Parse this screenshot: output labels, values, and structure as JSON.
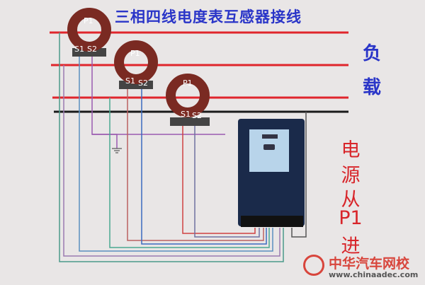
{
  "title": "三相四线电度表互感器接线",
  "load_label": [
    "负",
    "载"
  ],
  "source_label": [
    "电",
    "源",
    "从",
    "P1",
    "进"
  ],
  "transformers": [
    {
      "p": "P1",
      "s1": "S1",
      "s2": "S2"
    },
    {
      "p": "P1",
      "s1": "S1",
      "s2": "S2"
    },
    {
      "p": "P1",
      "s1": "S1",
      "s2": "S2"
    }
  ],
  "watermark": {
    "name": "中华汽车网校",
    "url": "www.chinaadec.com"
  },
  "colors": {
    "phase": "#e0252c",
    "neutral": "#1a1a1a",
    "title": "#2a35c8",
    "source": "#d8252a"
  }
}
